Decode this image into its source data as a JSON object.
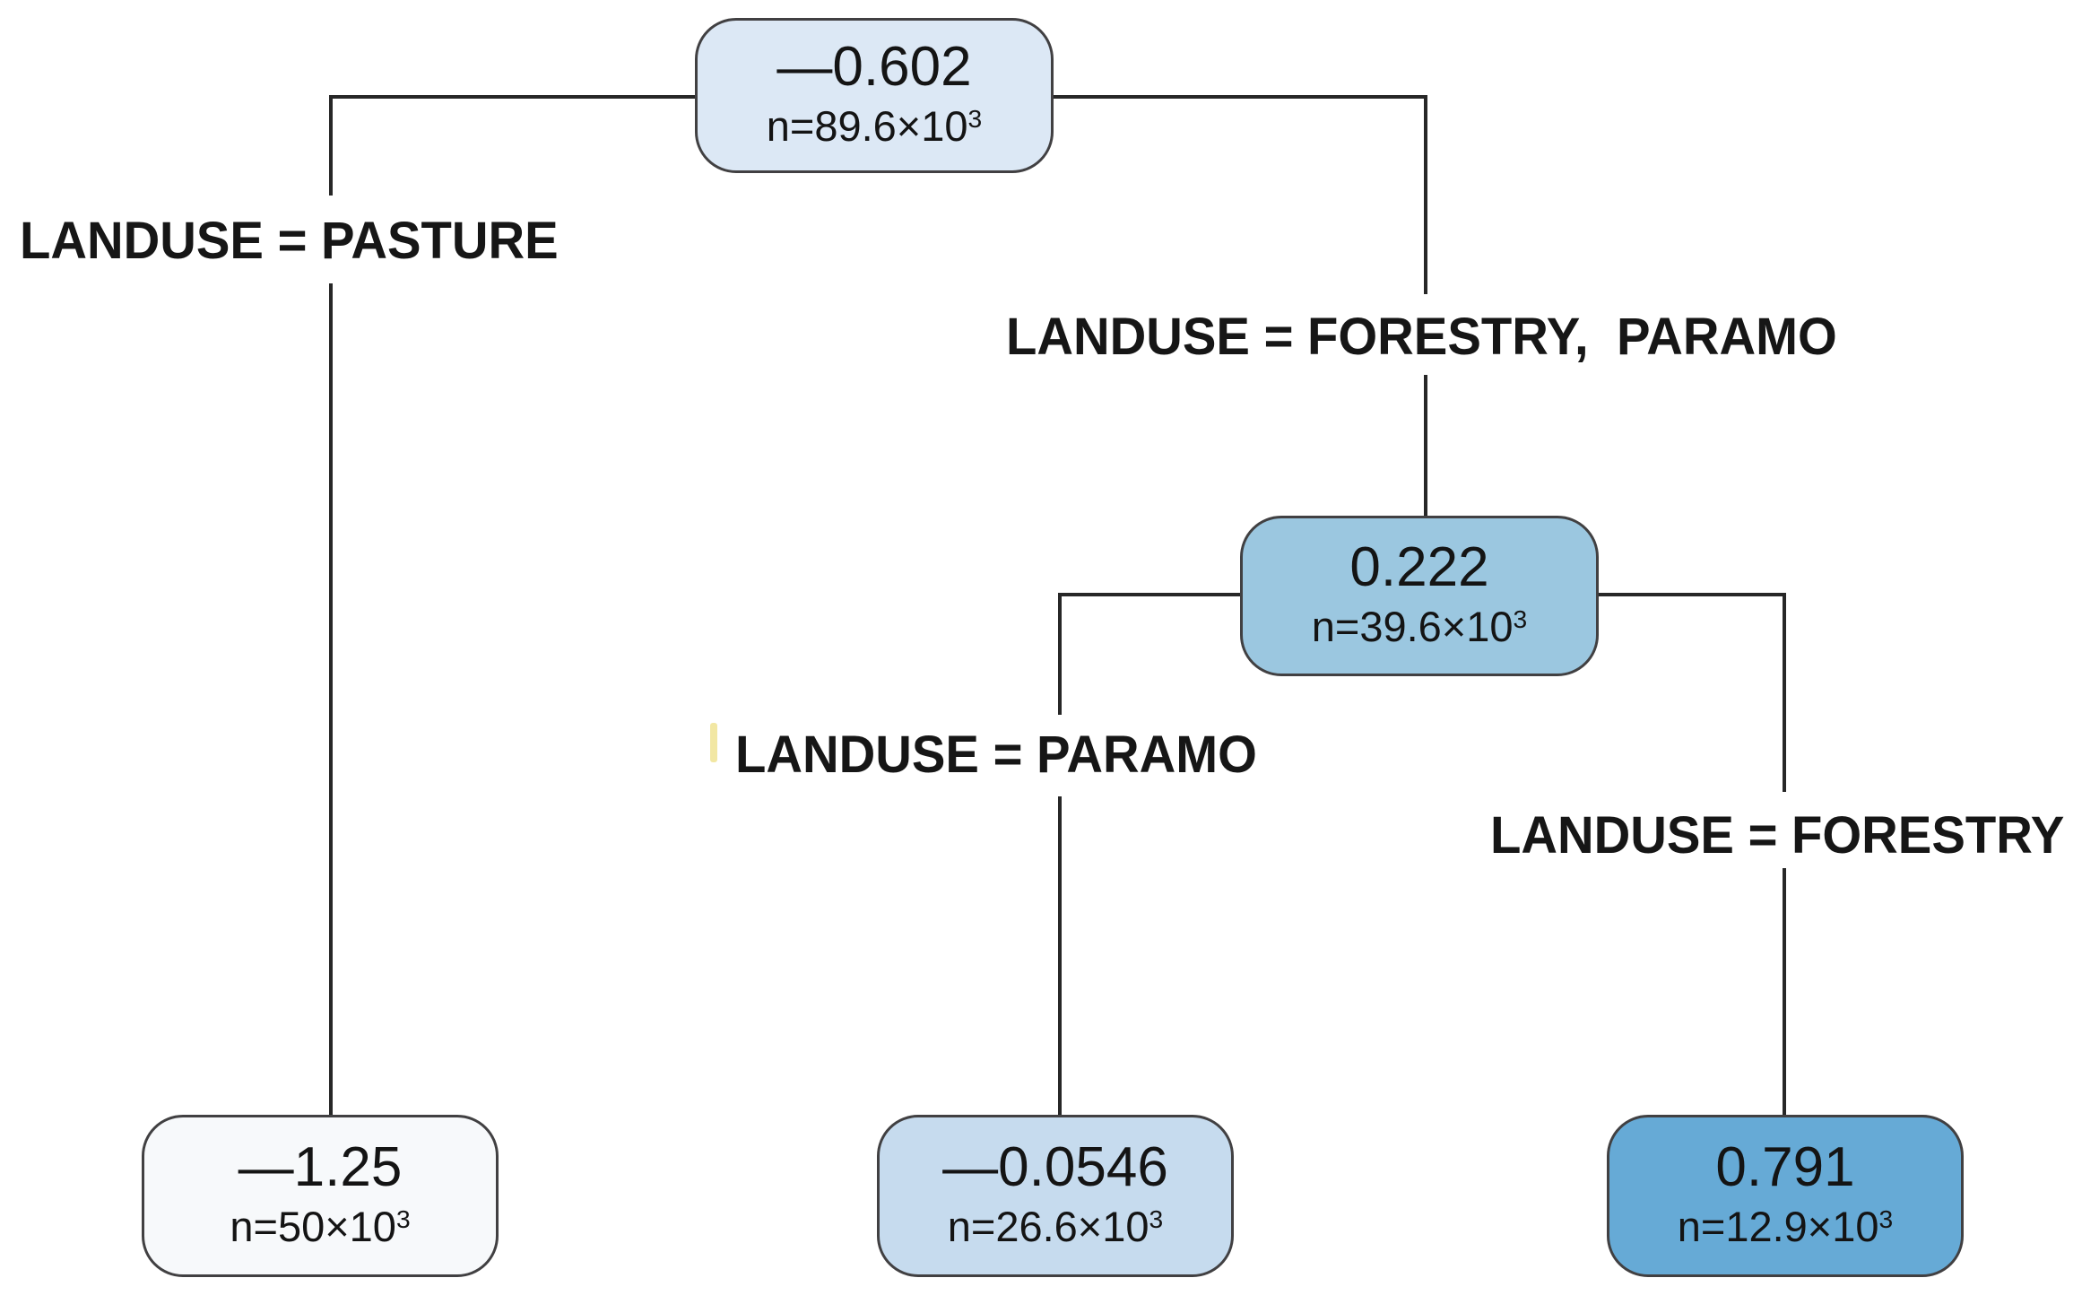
{
  "figure": {
    "type": "decision-tree",
    "background": "#ffffff",
    "edge_color": "#272727",
    "node_border_color": "#414042",
    "text_color": "#161616",
    "nodes": {
      "root": {
        "value": "—0.602",
        "n_base": "n=89.6×10",
        "n_exp": "3",
        "fill": "#dce8f5"
      },
      "internal": {
        "value": "0.222",
        "n_base": "n=39.6×10",
        "n_exp": "3",
        "fill": "#9bc7e0"
      },
      "leaf_pasture": {
        "value": "—1.25",
        "n_base": "n=50×10",
        "n_exp": "3",
        "fill": "#f7f9fb"
      },
      "leaf_paramo": {
        "value": "—0.0546",
        "n_base": "n=26.6×10",
        "n_exp": "3",
        "fill": "#c6dbee"
      },
      "leaf_forestry": {
        "value": "0.791",
        "n_base": "n=12.9×10",
        "n_exp": "3",
        "fill": "#66aad6"
      }
    },
    "edge_labels": {
      "pasture": "LANDUSE = PASTURE",
      "forestry_paramo": "LANDUSE = FORESTRY,  PARAMO",
      "paramo": "LANDUSE = PARAMO",
      "forestry": "LANDUSE = FORESTRY"
    }
  }
}
